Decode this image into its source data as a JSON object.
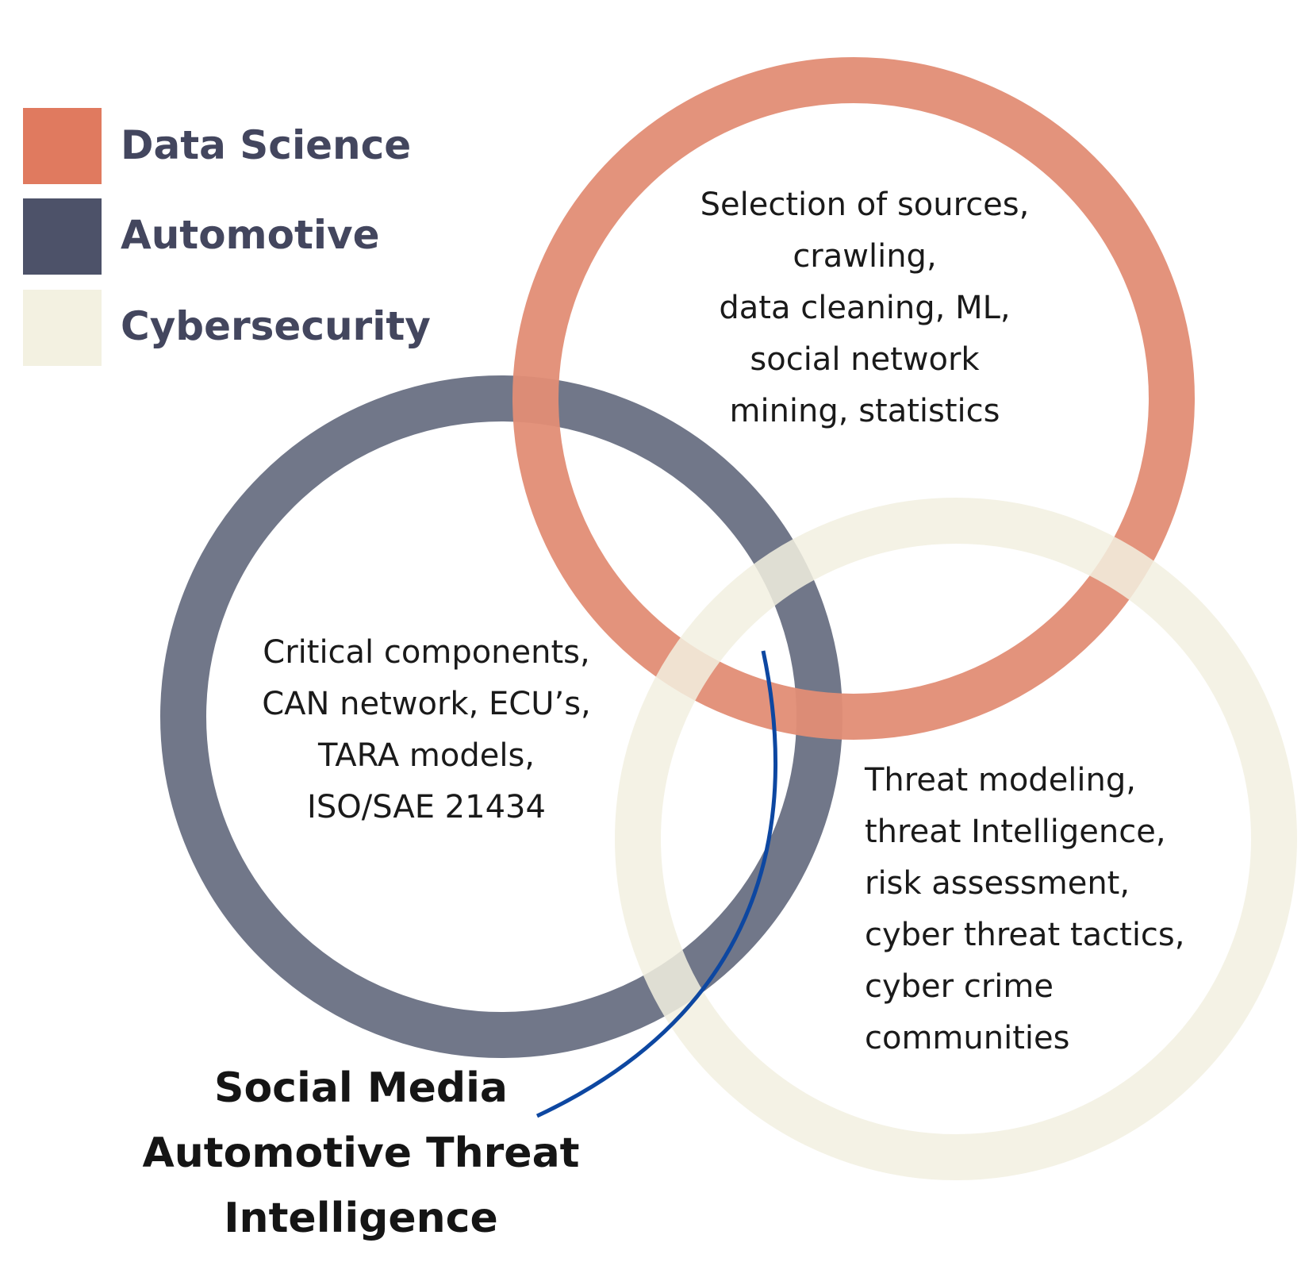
{
  "legend": [
    {
      "label": "Data Science",
      "color": "#e07a5f"
    },
    {
      "label": "Automotive",
      "color": "#4d5269"
    },
    {
      "label": "Cybersecurity",
      "color": "#f3f1e1"
    }
  ],
  "circles": {
    "data_science": {
      "color": "#e28d75",
      "lines": [
        "Selection of sources,",
        "crawling,",
        "data cleaning, ML,",
        "social network",
        "mining, statistics"
      ]
    },
    "automotive": {
      "color": "#717789",
      "lines": [
        "Critical components,",
        "CAN network, ECU’s,",
        "TARA models,",
        "ISO/SAE 21434"
      ]
    },
    "cybersecurity": {
      "color": "#f2f0e1",
      "lines": [
        "Threat modeling,",
        "threat Intelligence,",
        "risk assessment,",
        "cyber threat tactics,",
        "cyber crime",
        "communities"
      ]
    }
  },
  "connector_color": "#0d47a1",
  "title_lines": [
    "Social Media",
    "Automotive Threat",
    "Intelligence"
  ]
}
